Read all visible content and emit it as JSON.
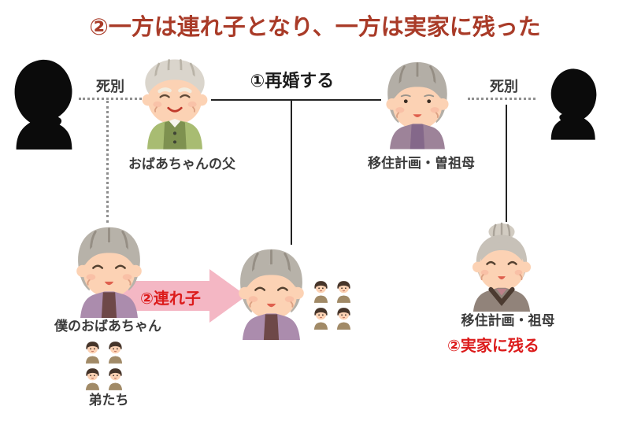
{
  "title": "②一方は連れ子となり、一方は実家に残った",
  "top_row": {
    "left_separation_label": "死別",
    "father_label": "おばあちゃんの父",
    "marriage_label": "①再婚する",
    "great_grandmother_label": "移住計画・曽祖母",
    "right_separation_label": "死別"
  },
  "bottom_row": {
    "my_grandmother_label": "僕のおばあちゃん",
    "stepchild_arrow_label": "②連れ子",
    "grandmother_label": "移住計画・祖母",
    "stays_home_label": "②実家に残る",
    "brothers_label": "弟たち"
  },
  "icons": {
    "left_silhouette": "deceased-person-silhouette",
    "right_silhouette": "deceased-person-silhouette",
    "father": "elderly-man-illustration",
    "great_grandmother": "elderly-woman-open-eyes-illustration",
    "my_grandmother": "elderly-woman-smiling-illustration",
    "grandmother": "elderly-woman-hair-bun-illustration",
    "brothers": "little-boy-illustration",
    "stepchild_arrow": "right-pink-arrow"
  },
  "colors": {
    "title_red": "#a93b28",
    "annotation_red": "#dc1b1b",
    "arrow_pink": "#f4b7c4",
    "solid_line": "#232323",
    "dotted_line": "#8f8f8f",
    "label_text": "#3b3b3b"
  }
}
